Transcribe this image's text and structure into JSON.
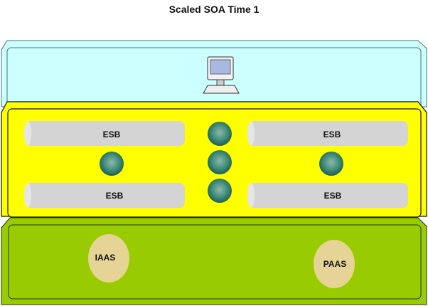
{
  "title": "Scaled SOA Time 1",
  "layers": {
    "client": {
      "name": "client-layer",
      "icon": "computer-icon",
      "color": "#ccffff"
    },
    "bus": {
      "name": "esb-layer",
      "color": "#ffff00",
      "esb_labels": [
        "ESB",
        "ESB",
        "ESB",
        "ESB"
      ]
    },
    "platform": {
      "name": "platform-layer",
      "color": "#99cc00",
      "services": [
        "IAAS",
        "PAAS"
      ]
    }
  },
  "colors": {
    "node": "#2e7d6e",
    "tube": "#d4d4d4",
    "service": "#e6d496"
  }
}
